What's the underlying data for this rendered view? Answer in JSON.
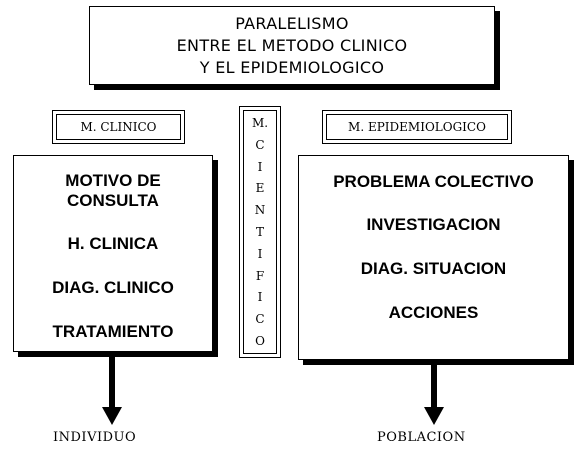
{
  "title": {
    "line1": "PARALELISMO",
    "line2": "ENTRE EL METODO CLINICO",
    "line3": "Y EL EPIDEMIOLOGICO"
  },
  "left": {
    "label": "M. CLINICO",
    "items": [
      "MOTIVO DE",
      "CONSULTA",
      "H. CLINICA",
      "DIAG. CLINICO",
      "TRATAMIENTO"
    ],
    "result": "INDIVIDUO"
  },
  "center": {
    "letters": [
      "M.",
      "C",
      "I",
      "E",
      "N",
      "T",
      "I",
      "F",
      "I",
      "C",
      "O"
    ]
  },
  "right": {
    "label": "M. EPIDEMIOLOGICO",
    "items": [
      "PROBLEMA COLECTIVO",
      "INVESTIGACION",
      "DIAG. SITUACION",
      "ACCIONES"
    ],
    "result": "POBLACION"
  }
}
